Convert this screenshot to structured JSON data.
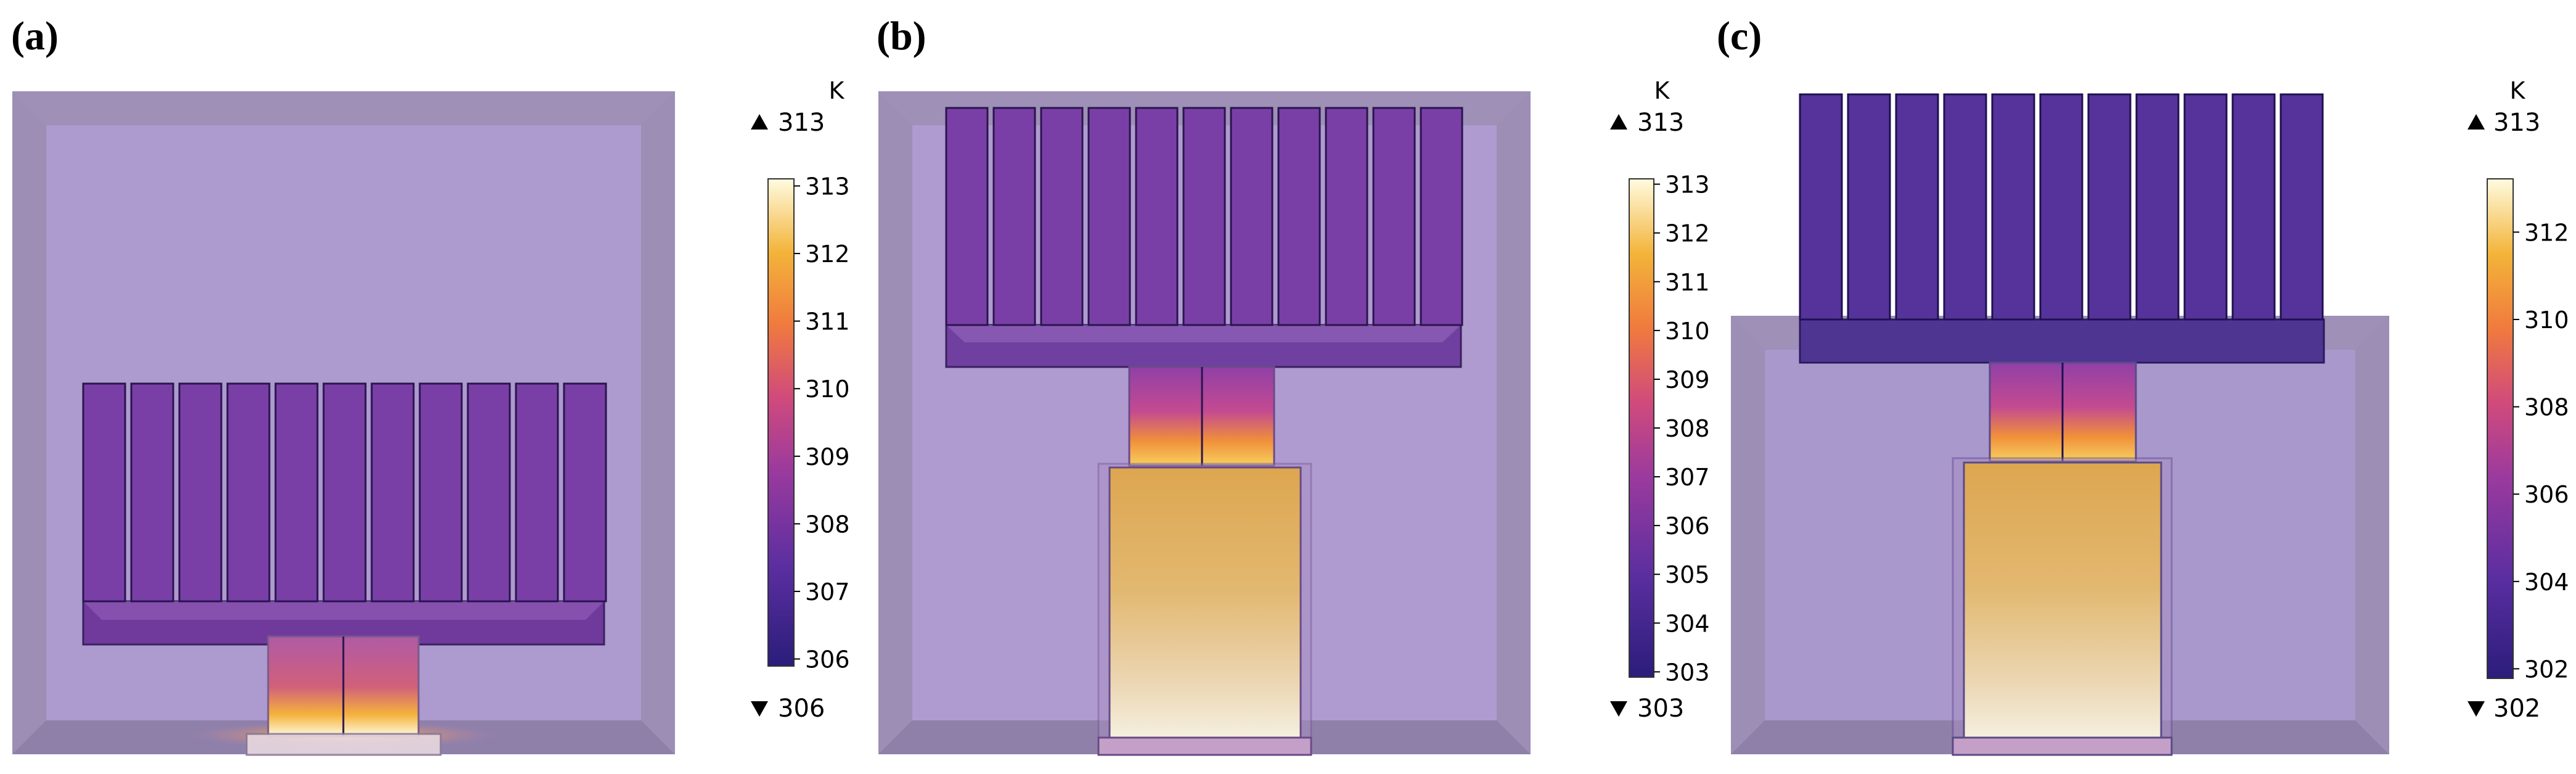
{
  "panels": [
    {
      "id": "a",
      "label": "(a)",
      "colorbar": {
        "unit": "K",
        "max": 313,
        "min": 306,
        "ticks": [
          313,
          312,
          311,
          310,
          309,
          308,
          307,
          306
        ]
      }
    },
    {
      "id": "b",
      "label": "(b)",
      "colorbar": {
        "unit": "K",
        "max": 313,
        "min": 303,
        "ticks": [
          313,
          312,
          311,
          310,
          309,
          308,
          307,
          306,
          305,
          304,
          303
        ]
      }
    },
    {
      "id": "c",
      "label": "(c)",
      "colorbar": {
        "unit": "K",
        "max": 313,
        "min": 302,
        "ticks": [
          312,
          310,
          308,
          306,
          304,
          302
        ]
      }
    }
  ],
  "colors": {
    "enclosure_frame": "#9c8eb4",
    "enclosure_fill": "#b09bd0",
    "heatsink": "#7a3fa6",
    "heatsink_dark": "#55339a",
    "hot": "#fffbe0",
    "warm": "#e8b04a"
  }
}
